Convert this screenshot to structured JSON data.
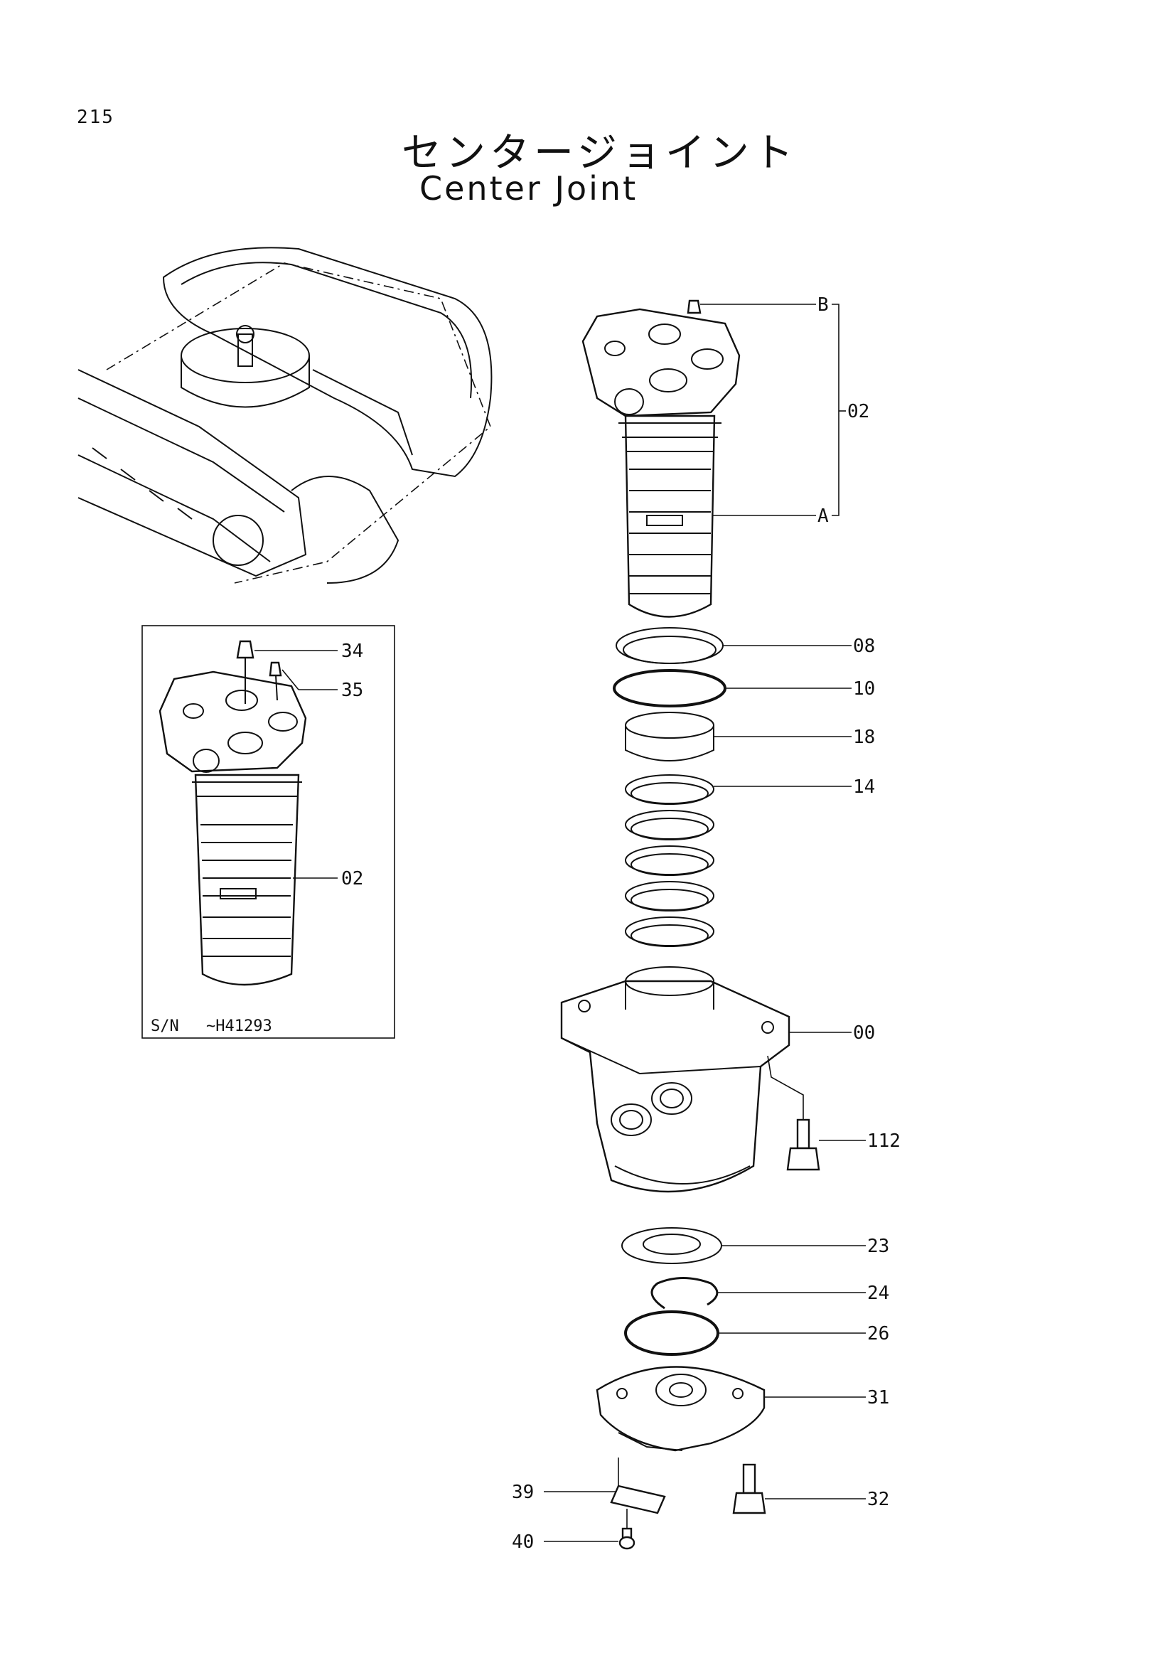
{
  "page_number": "215",
  "title_jp": "センタージョイント",
  "title_en": "Center Joint",
  "inset": {
    "serial_label": "S/N",
    "serial_range": "~H41293",
    "callouts": [
      "34",
      "35",
      "02"
    ]
  },
  "main": {
    "bracket_top": "B",
    "bracket_bottom": "A",
    "bracket_label": "02",
    "callouts_right": [
      "08",
      "10",
      "18",
      "14",
      "00",
      "112",
      "23",
      "24",
      "26",
      "31",
      "32"
    ],
    "callouts_left": [
      "39",
      "40"
    ]
  }
}
